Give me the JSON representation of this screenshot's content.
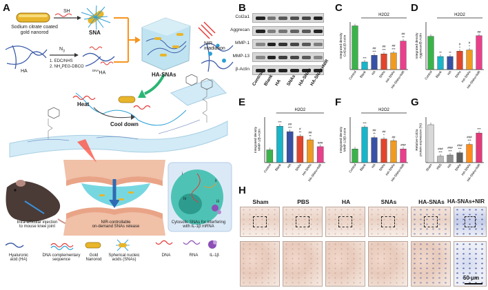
{
  "panel_labels": {
    "a": "A",
    "b": "B",
    "c": "C",
    "d": "D",
    "e": "E",
    "f": "F",
    "g": "G",
    "h": "H"
  },
  "schematic": {
    "gold_nanorod": "Sodium citrate coated\ngold nanorod",
    "sh": "SH",
    "sna": "SNA",
    "n3": "N",
    "n3_sub": "3",
    "ha": "HA",
    "step1": "1. EDC/NHS",
    "step2": "2. NH",
    "step2_sub": "2",
    "step2_rest": "PEG-DBCO",
    "dna_ha_sup": "DNA",
    "dna_ha": "HA",
    "ha_snas": "HA-SNAs",
    "nir": "NIR",
    "irradiation": "irradiation",
    "heat": "Heat",
    "cool_down": "Cool down",
    "injection": "Intra-articular injection\nto mouse knee joint",
    "nir_release": "NIR-controllable\non-demand SNAs release",
    "cytosolic": "Cytosolic SNAs for interfering\nwith IL-1β mRNA",
    "roman": [
      "i",
      "ii",
      "iii",
      "iv"
    ]
  },
  "legend": [
    {
      "label": "Hyaluronic\nacid (HA)",
      "icon": "ha-strand-icon"
    },
    {
      "label": "DNA complementary\nsequence",
      "icon": "dna-complement-icon"
    },
    {
      "label": "Gold\nNanorod",
      "icon": "gold-nanorod-icon"
    },
    {
      "label": "Spherical nucleic\nacids (SNAs)",
      "icon": "sna-icon"
    },
    {
      "label": "DNA",
      "icon": "dna-icon"
    },
    {
      "label": "RNA",
      "icon": "rna-icon"
    },
    {
      "label": "IL-1β",
      "icon": "il1b-icon"
    }
  ],
  "western_blot": {
    "rows": [
      "Col2a1",
      "Aggrecan",
      "MMP-1",
      "MMP-13",
      "β-Actin"
    ],
    "lanes": [
      "Control",
      "Blank",
      "HA",
      "SNAs",
      "HA-SNAs",
      "HA-SNAs+NIR"
    ]
  },
  "colors": {
    "control": "#3bb34a",
    "blank": "#19b5c9",
    "ha": "#3651a5",
    "snas": "#e2452b",
    "ha_snas": "#f09b20",
    "ha_snas_nir": "#ea3f8b",
    "g_gradient": [
      "#d8d8d8",
      "#b9b9b9",
      "#8f8f8f",
      "#5f5f5f",
      "#ff8c1a",
      "#e33a7a"
    ]
  },
  "chart_data": [
    {
      "panel": "C",
      "type": "bar",
      "categories": [
        "Control",
        "Blank",
        "HA",
        "SNAs",
        "HA-SNAs",
        "HA-SNAs+NIR"
      ],
      "values": [
        0.92,
        0.16,
        0.3,
        0.33,
        0.35,
        0.6
      ],
      "ylabel": "Integrated density\nCol2a1/β-Actin",
      "ylim": [
        0,
        1.0
      ],
      "bracket_label": "H2O2",
      "annotations": [
        "",
        "***",
        "##\n***",
        "##\n***",
        "##\n***",
        "##\n**"
      ]
    },
    {
      "panel": "D",
      "type": "bar",
      "categories": [
        "Control",
        "Blank",
        "HA",
        "SNAs",
        "HA-SNAs",
        "HA-SNAs+NIR"
      ],
      "values": [
        0.56,
        0.22,
        0.22,
        0.31,
        0.33,
        0.57
      ],
      "ylabel": "Integrated density\nAggrecan/β-Actin",
      "ylim": [
        0,
        0.8
      ],
      "bracket_label": "H2O2",
      "annotations": [
        "",
        "**",
        "**",
        "#\n*",
        "#\n*",
        "##"
      ]
    },
    {
      "panel": "E",
      "type": "bar",
      "categories": [
        "Control",
        "Blank",
        "HA",
        "SNAs",
        "HA-SNAs",
        "HA-SNAs+NIR"
      ],
      "values": [
        0.28,
        0.8,
        0.68,
        0.58,
        0.5,
        0.35
      ],
      "ylabel": "Integrated density\nMMP-1/β-Actin",
      "ylim": [
        0,
        1.0
      ],
      "bracket_label": "H2O2",
      "annotations": [
        "",
        "***",
        "##\n***",
        "#\n**",
        "##\n**",
        "###"
      ]
    },
    {
      "panel": "F",
      "type": "bar",
      "categories": [
        "Control",
        "Blank",
        "HA",
        "SNAs",
        "HA-SNAs",
        "HA-SNAs+NIR"
      ],
      "values": [
        0.3,
        0.78,
        0.55,
        0.52,
        0.48,
        0.3
      ],
      "ylabel": "Integrated density\nMMP-13/β-Actin",
      "ylim": [
        0,
        1.0
      ],
      "bracket_label": "H2O2",
      "annotations": [
        "",
        "***",
        "##\n**",
        "##\n*",
        "##",
        "###"
      ]
    },
    {
      "panel": "G",
      "type": "bar",
      "categories": [
        "Sham",
        "PBS",
        "HA",
        "SNAs",
        "HA-SNAs",
        "HA-SNAs+NIR"
      ],
      "values": [
        100,
        17,
        20,
        26,
        48,
        78
      ],
      "ylabel": "Relative Col2a\nprotein expression (%)",
      "ylim": [
        0,
        120
      ],
      "annotations": [
        "",
        "###\n***",
        "###\n***",
        "###\n***",
        "###\n***",
        "***"
      ]
    }
  ],
  "histology": {
    "columns": [
      "Sham",
      "PBS",
      "HA",
      "SNAs",
      "HA-SNAs",
      "HA-SNAs+NIR"
    ],
    "scale_bar": "50 μm"
  }
}
